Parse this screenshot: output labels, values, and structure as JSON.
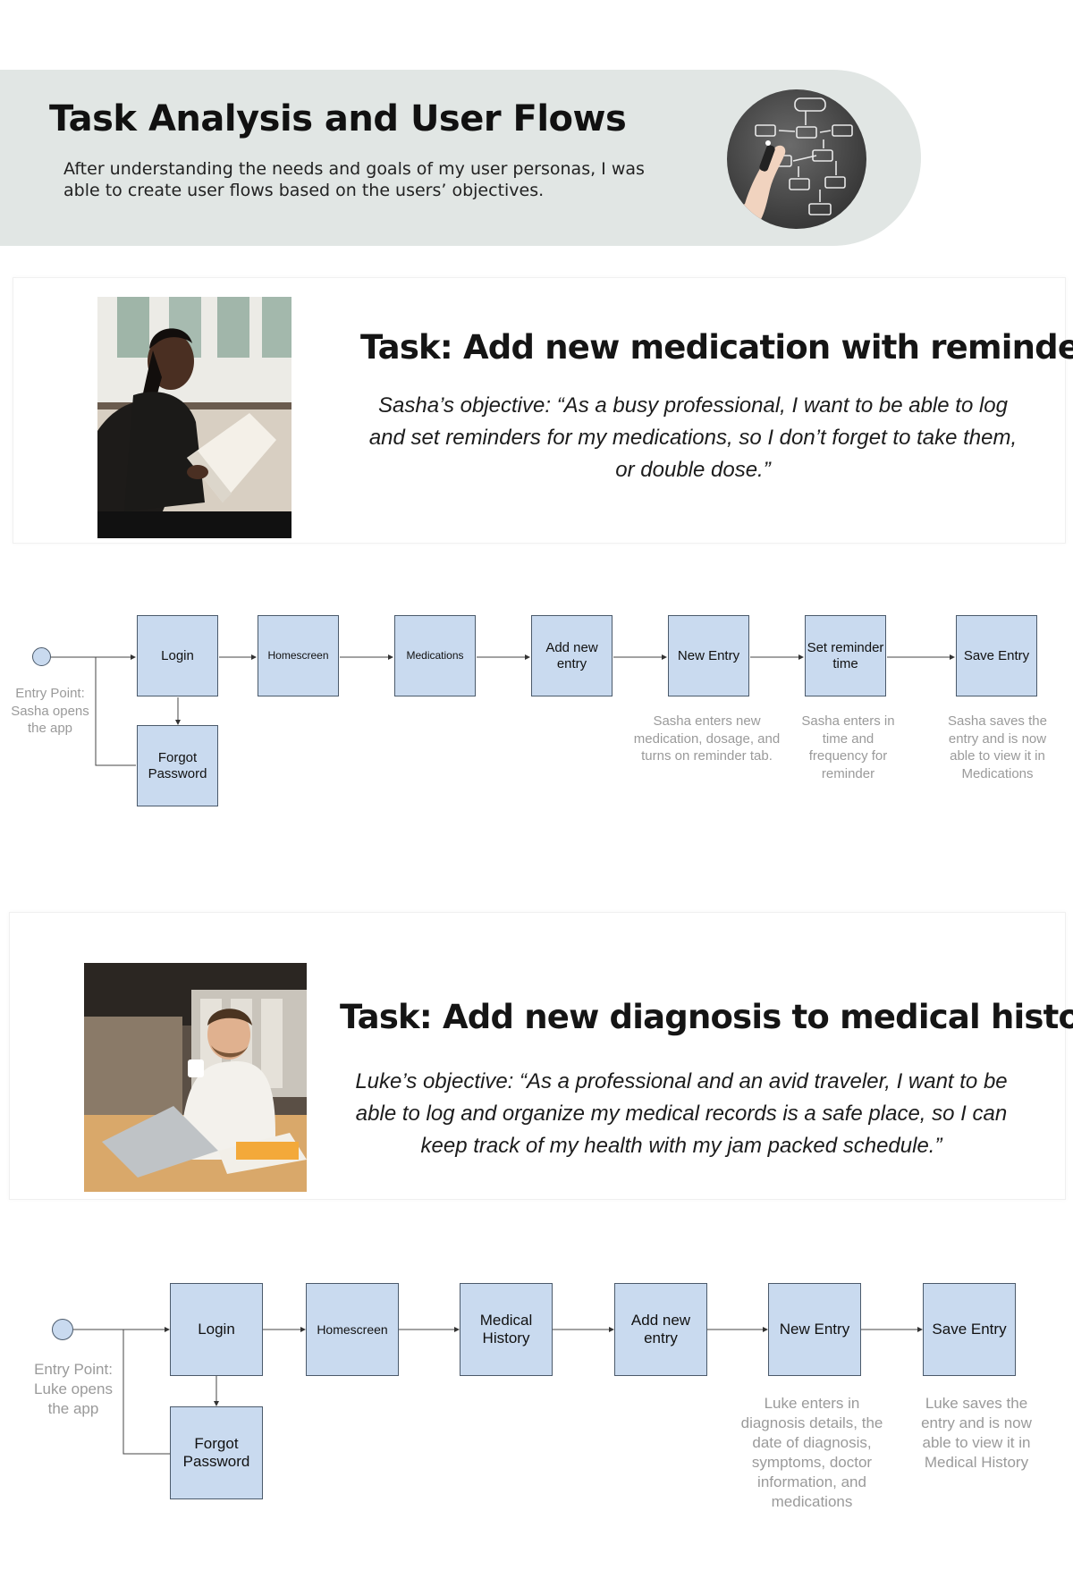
{
  "header": {
    "title": "Task Analysis and User Flows",
    "subtitle": "After understanding the needs and goals of my user personas, I was able to create user flows based on the users’ objectives."
  },
  "task1": {
    "title": "Task: Add new medication with reminders",
    "objective": "Sasha’s objective:  “As a busy professional, I want to be able to log and set reminders for my medications, so I don’t forget to take them, or double dose.”",
    "flow": {
      "entry": "Entry Point: Sasha opens the app",
      "login": "Login",
      "forgot": "Forgot Password",
      "steps": [
        "Homescreen",
        "Medications",
        "Add new entry",
        "New Entry",
        "Set reminder time",
        "Save Entry"
      ],
      "notes": {
        "new_entry": "Sasha enters new medication, dosage, and turns on reminder tab.",
        "set_reminder": "Sasha enters in time and frequency for reminder",
        "save": "Sasha saves the entry and is now able to view it in Medications"
      }
    }
  },
  "task2": {
    "title": "Task: Add new diagnosis to medical history",
    "objective": "Luke’s objective:  “As a professional and an avid traveler, I want to be able to log and organize my medical records is a safe place, so I can keep track of  my health with my jam packed schedule.”",
    "flow": {
      "entry": "Entry Point: Luke opens the app",
      "login": "Login",
      "forgot": "Forgot Password",
      "steps": [
        "Homescreen",
        "Medical History",
        "Add new entry",
        "New Entry",
        "Save Entry"
      ],
      "notes": {
        "new_entry": "Luke enters in diagnosis details, the date of diagnosis, symptoms, doctor information, and medications",
        "save": "Luke saves the entry and is now able to view it in Medical History"
      }
    }
  },
  "colors": {
    "node_fill": "#c9daef",
    "node_border": "#4b5a6b",
    "hero_band": "#e1e6e4",
    "note_text": "#9a9a9a"
  }
}
